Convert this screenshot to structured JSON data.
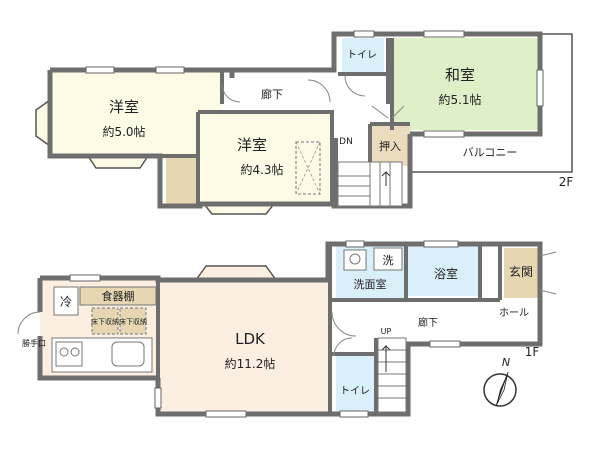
{
  "floor2": {
    "label": "2F",
    "rooms": {
      "west_bedroom": {
        "name": "洋室",
        "size": "約5.0帖"
      },
      "center_bedroom": {
        "name": "洋室",
        "size": "約4.3帖"
      },
      "japanese_room": {
        "name": "和室",
        "size": "約5.1帖"
      },
      "toilet": {
        "name": "トイレ"
      },
      "hallway": {
        "name": "廊下"
      },
      "closet": {
        "name": "押入"
      },
      "balcony": {
        "name": "バルコニー"
      },
      "stairs_down": {
        "name": "DN"
      }
    }
  },
  "floor1": {
    "label": "1F",
    "rooms": {
      "ldk": {
        "name": "LDK",
        "size": "約11.2帖"
      },
      "pantry": {
        "name": "食器棚"
      },
      "fridge": {
        "name": "冷"
      },
      "underfloor_storage_1": {
        "name": "床下収納"
      },
      "underfloor_storage_2": {
        "name": "床下収納"
      },
      "service_door": {
        "name": "勝手口"
      },
      "washroom": {
        "name": "洗面室"
      },
      "washer": {
        "name": "洗"
      },
      "bathroom": {
        "name": "浴室"
      },
      "entrance": {
        "name": "玄関"
      },
      "hall": {
        "name": "ホール"
      },
      "hallway": {
        "name": "廊下"
      },
      "toilet": {
        "name": "トイレ"
      },
      "stairs_up": {
        "name": "UP"
      }
    }
  },
  "compass": {
    "label": "N"
  },
  "colors": {
    "wall": "#7b7b7b",
    "wall_outline": "#444444",
    "western_room_fill": "#fdfbe6",
    "japanese_room_fill": "#dff0c8",
    "ldk_fill": "#fcefe2",
    "wet_area_fill": "#d9effa",
    "storage_fill": "#e6d6b2",
    "closet_fill": "#eadcbc"
  }
}
